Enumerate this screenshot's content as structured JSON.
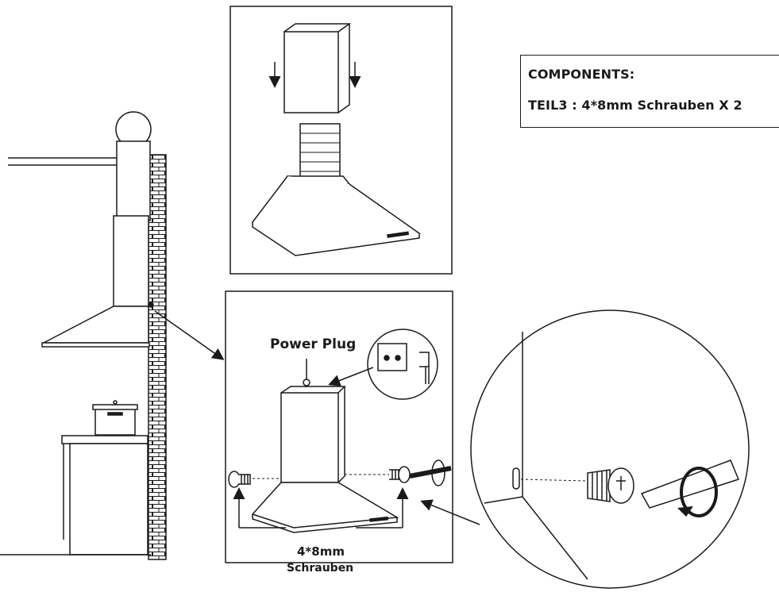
{
  "components": {
    "title": "COMPONENTS:",
    "item": "TEIL3 : 4*8mm Schrauben X 2"
  },
  "labels": {
    "power_plug": "Power Plug",
    "screw_size": "4*8mm",
    "screw_word": "Schrauben"
  },
  "colors": {
    "line": "#1a1a1a",
    "hatch": "#bdbdbd",
    "background": "#ffffff"
  }
}
